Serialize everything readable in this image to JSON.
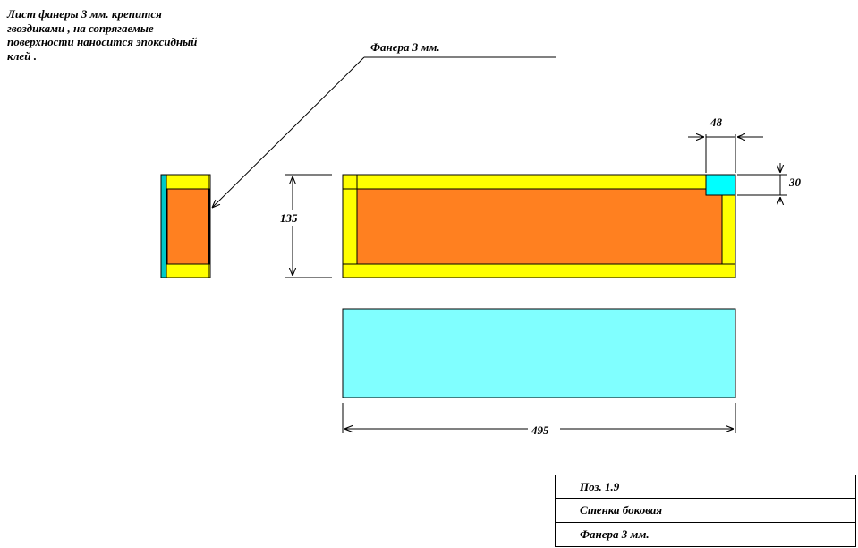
{
  "note": {
    "text": "Лист фанеры 3 мм. крепится\nгвоздиками , на сопрягаемые\nповерхности наносится эпоксидный\nклей ."
  },
  "callout": {
    "label": "Фанера 3 мм."
  },
  "dimensions": {
    "height": "135",
    "width": "495",
    "corner_width": "48",
    "corner_height": "30"
  },
  "stamp": {
    "position": "Поз. 1.9",
    "name": "Стенка боковая",
    "material": "Фанера 3 мм."
  },
  "colors": {
    "frame": "#ffff00",
    "panel": "#ff8020",
    "sheet": "#80ffff",
    "corner_block": "#00ffff",
    "line": "#000000"
  }
}
